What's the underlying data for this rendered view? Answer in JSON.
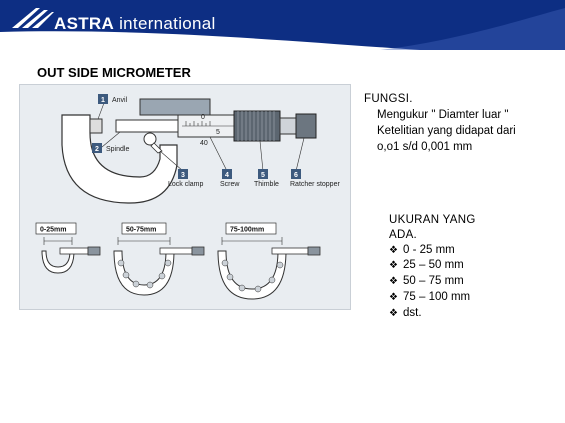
{
  "header": {
    "brand_bold": "ASTRA",
    "brand_light": " international",
    "colors": {
      "banner": "#0d2e83",
      "accent": "#ffffff"
    }
  },
  "slide": {
    "title": "OUT SIDE MICROMETER"
  },
  "figure": {
    "labels": [
      {
        "num": "1",
        "text": "Anvil"
      },
      {
        "num": "2",
        "text": "Spindle"
      },
      {
        "num": "3",
        "text": "Lock clamp"
      },
      {
        "num": "4",
        "text": "Screw"
      },
      {
        "num": "5",
        "text": "Thimble"
      },
      {
        "num": "6",
        "text": "Ratcher stopper"
      }
    ],
    "sizes": [
      "0-25mm",
      "50-75mm",
      "75-100mm"
    ],
    "scale_marks": [
      "0",
      "5",
      "40"
    ]
  },
  "fungsi": {
    "heading": "FUNGSI.",
    "line1": "Mengukur \" Diamter luar \"",
    "line2": "Ketelitian yang didapat dari",
    "line3": "o,o1 s/d  0,001 mm"
  },
  "ukuran": {
    "heading1": "UKURAN YANG",
    "heading2": "ADA.",
    "bullet_icon": "diamond-bullet-icon",
    "items": [
      "0 - 25 mm",
      "25 – 50 mm",
      "50 – 75 mm",
      "75 – 100 mm",
      "dst."
    ]
  }
}
